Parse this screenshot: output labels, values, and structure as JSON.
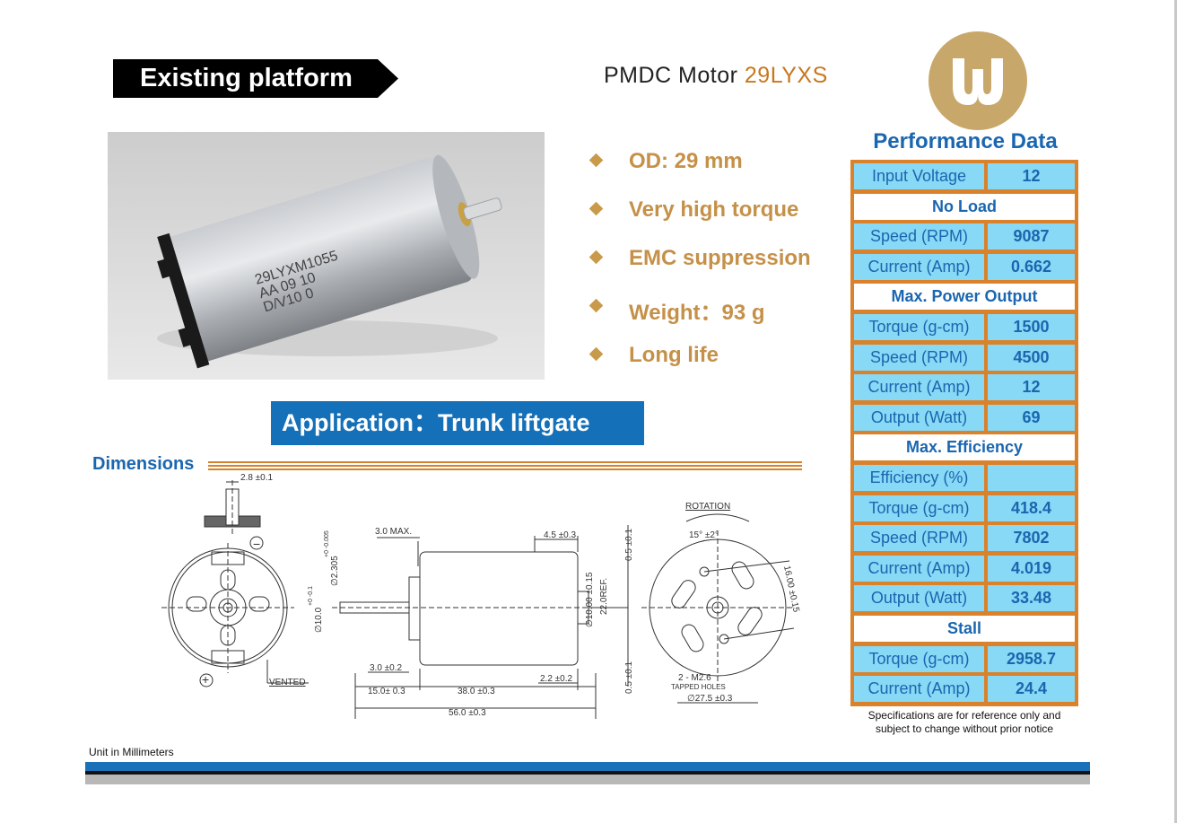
{
  "header": {
    "banner_label": "Existing platform",
    "product_prefix": "PMDC Motor ",
    "product_model": "29LYXS"
  },
  "photo": {
    "marking_line1": "29LYXM1055",
    "marking_line2": "AA 09 10",
    "marking_line3": "D/V10 0"
  },
  "features": [
    {
      "text": "OD:  29 mm"
    },
    {
      "text": "Very high torque"
    },
    {
      "text": "EMC suppression"
    },
    {
      "text": "Weight：93 g"
    },
    {
      "text": "Long life"
    }
  ],
  "application": "Application：Trunk liftgate",
  "dimensions": {
    "title": "Dimensions",
    "labels": {
      "slot_width": "2.8 ±0.1",
      "shaft_max": "3.0 MAX.",
      "shaft_dia": "∅2.305",
      "shaft_tol": "+0 -0.005",
      "boss_dia": "∅10.0",
      "boss_tol": "+0 -0.1",
      "front_len": "4.5 ±0.3",
      "ecc": "0.5 ±0.1",
      "bearing_dia": "∅10.00 ±0.15",
      "ref": "22.0REF.",
      "boss_len": "3.0 ±0.2",
      "shaft_len": "15.0± 0.3",
      "body_len": "38.0 ±0.3",
      "rear_len": "2.2 ±0.2",
      "ecc2": "0.5 ±0.1",
      "total_len": "56.0 ±0.3",
      "rotation": "ROTATION",
      "angle": "15° ±2°",
      "hole_spacing": "16.00 ±0.15",
      "holes": "2 - M2.6",
      "holes_sub": "TAPPED HOLES",
      "body_dia": "∅27.5 ±0.3",
      "vented": "VENTED",
      "minus": "−",
      "plus": "+"
    }
  },
  "performance": {
    "title": "Performance Data",
    "rows": [
      {
        "label": "Input Voltage",
        "value": "12"
      },
      {
        "section": "No Load"
      },
      {
        "label": "Speed (RPM)",
        "value": "9087"
      },
      {
        "label": "Current (Amp)",
        "value": "0.662"
      },
      {
        "section": "Max. Power Output"
      },
      {
        "label": "Torque (g-cm)",
        "value": "1500"
      },
      {
        "label": "Speed (RPM)",
        "value": "4500"
      },
      {
        "label": "Current (Amp)",
        "value": "12"
      },
      {
        "label": "Output (Watt)",
        "value": "69"
      },
      {
        "section": "Max. Efficiency"
      },
      {
        "label": "Efficiency (%)",
        "value": ""
      },
      {
        "label": "Torque (g-cm)",
        "value": "418.4"
      },
      {
        "label": "Speed (RPM)",
        "value": "7802"
      },
      {
        "label": "Current (Amp)",
        "value": "4.019"
      },
      {
        "label": "Output (Watt)",
        "value": "33.48"
      },
      {
        "section": "Stall"
      },
      {
        "label": "Torque (g-cm)",
        "value": "2958.7"
      },
      {
        "label": "Current (Amp)",
        "value": "24.4"
      }
    ],
    "note_line1": "Specifications are for reference only and",
    "note_line2": "subject to change without prior notice"
  },
  "footer": {
    "units": "Unit in Millimeters"
  },
  "colors": {
    "accent_orange": "#d9822b",
    "brand_blue": "#1a66b0",
    "cell_blue": "#87d9f5",
    "feature_gold": "#c59149",
    "logo_gold": "#c8a86a"
  }
}
